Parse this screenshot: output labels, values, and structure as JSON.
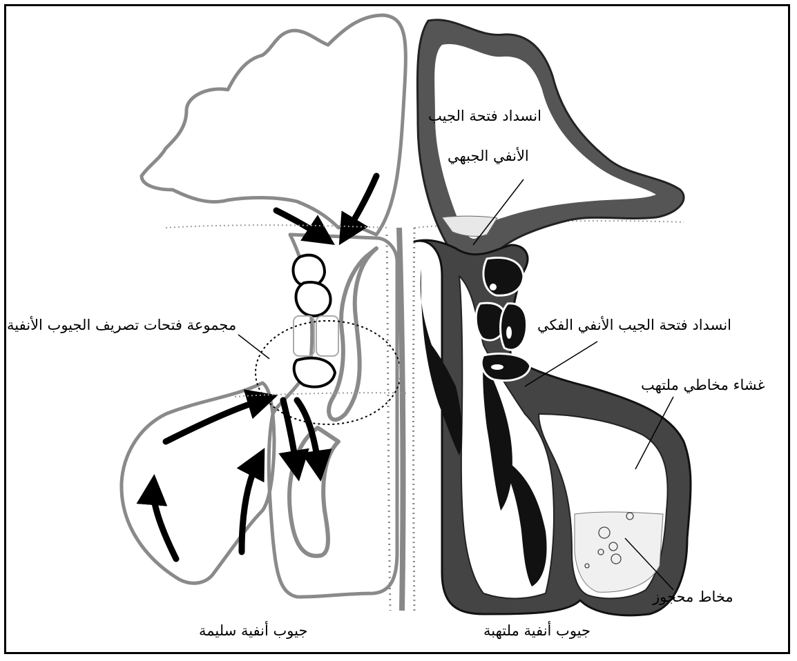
{
  "labels": {
    "frontal_blockage_line1": "انسداد فتحة الجيب",
    "frontal_blockage_line2": "الأنفي الجبهي",
    "maxillary_blockage": "انسداد فتحة الجيب الأنفي الفكي",
    "drainage_openings": "مجموعة فتحات تصريف الجيوب الأنفية",
    "inflamed_mucosa": "غشاء مخاطي ملتهب",
    "trapped_mucus": "مخاط محجوز",
    "healthy_sinuses": "جيوب أنفية سليمة",
    "inflamed_sinuses": "جيوب أنفية ملتهبة"
  },
  "colors": {
    "healthy_outline": "#8a8a8a",
    "inflamed_mucosa": "#555555",
    "dark_tissue": "#111111",
    "background": "#ffffff"
  }
}
